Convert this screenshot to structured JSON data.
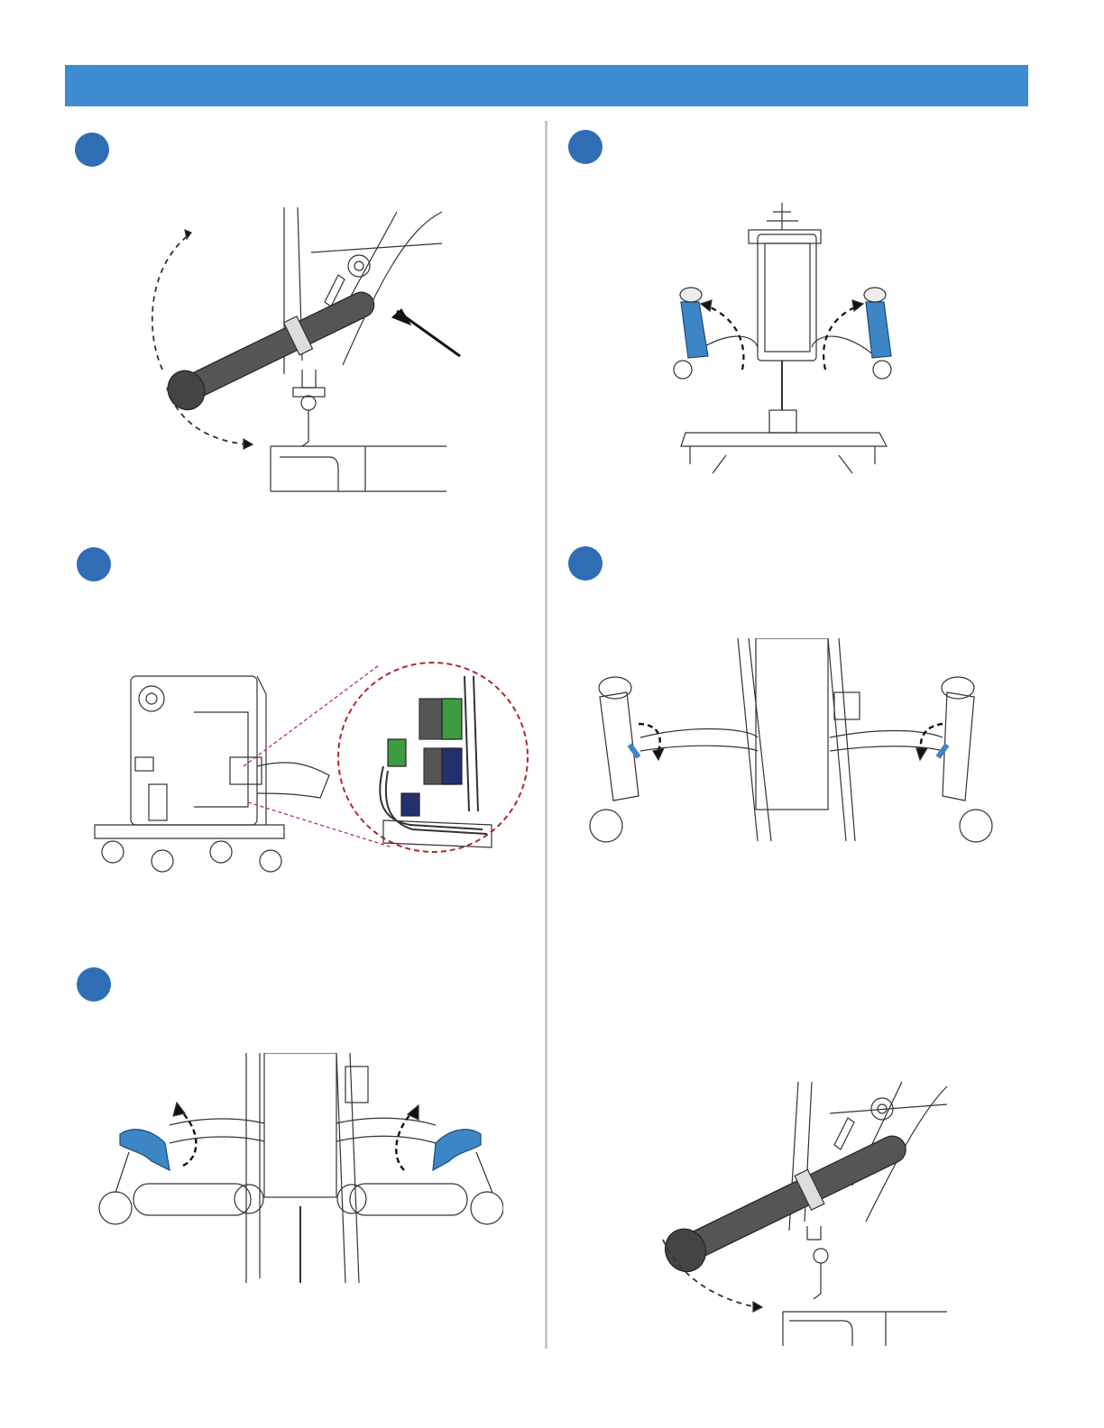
{
  "header": {
    "title": ""
  },
  "colors": {
    "header": "#3f8bd0",
    "step_circle": "#2f6eb5",
    "handle_accent": "#3d86c6",
    "connector_green": "#3f9b3f",
    "connector_navy": "#24306e",
    "zoom_circle": "#b0282e",
    "divider": "#c8c8c8"
  },
  "steps": [
    {
      "id": "step-1",
      "number": ""
    },
    {
      "id": "step-2",
      "number": ""
    },
    {
      "id": "step-3",
      "number": ""
    },
    {
      "id": "step-4",
      "number": ""
    },
    {
      "id": "step-5",
      "number": ""
    }
  ]
}
